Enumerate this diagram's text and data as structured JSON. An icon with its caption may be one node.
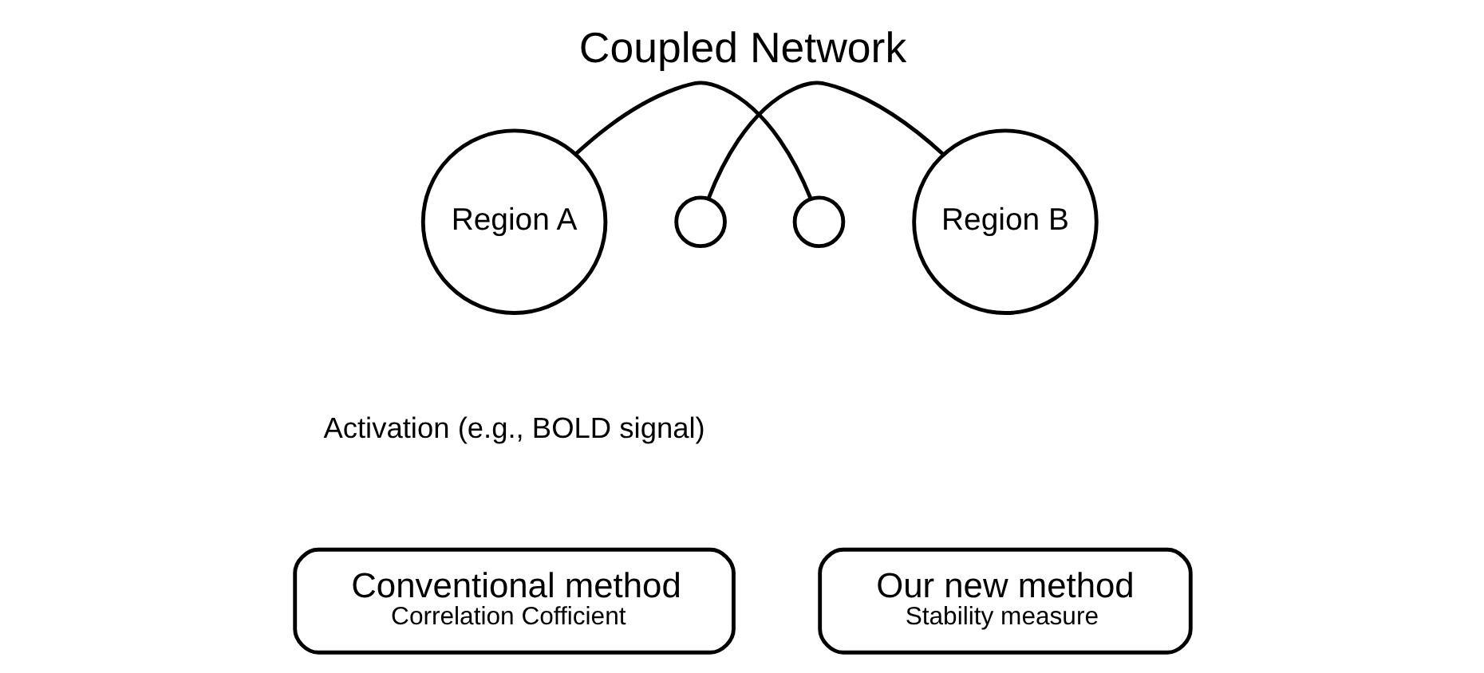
{
  "diagram": {
    "title": "Coupled Network",
    "nodes": [
      {
        "text": [
          "Region A"
        ]
      },
      {
        "text": [],
        "shape": "circle"
      },
      {
        "text": [],
        "shape": "circle"
      },
      {
        "text": [
          "Region B"
        ]
      },
      {
        "text": [
          "Conventional method",
          "Correlation Cofficient"
        ]
      },
      {
        "text": [
          "Our new method",
          "Stability measure"
        ]
      }
    ],
    "edges": [
      {
        "from": 0,
        "to": 2,
        "arrow": "none"
      },
      {
        "from": 1,
        "to": 3,
        "arrow": "none"
      }
    ],
    "labels": [
      "Activation (e.g., BOLD signal)"
    ]
  }
}
